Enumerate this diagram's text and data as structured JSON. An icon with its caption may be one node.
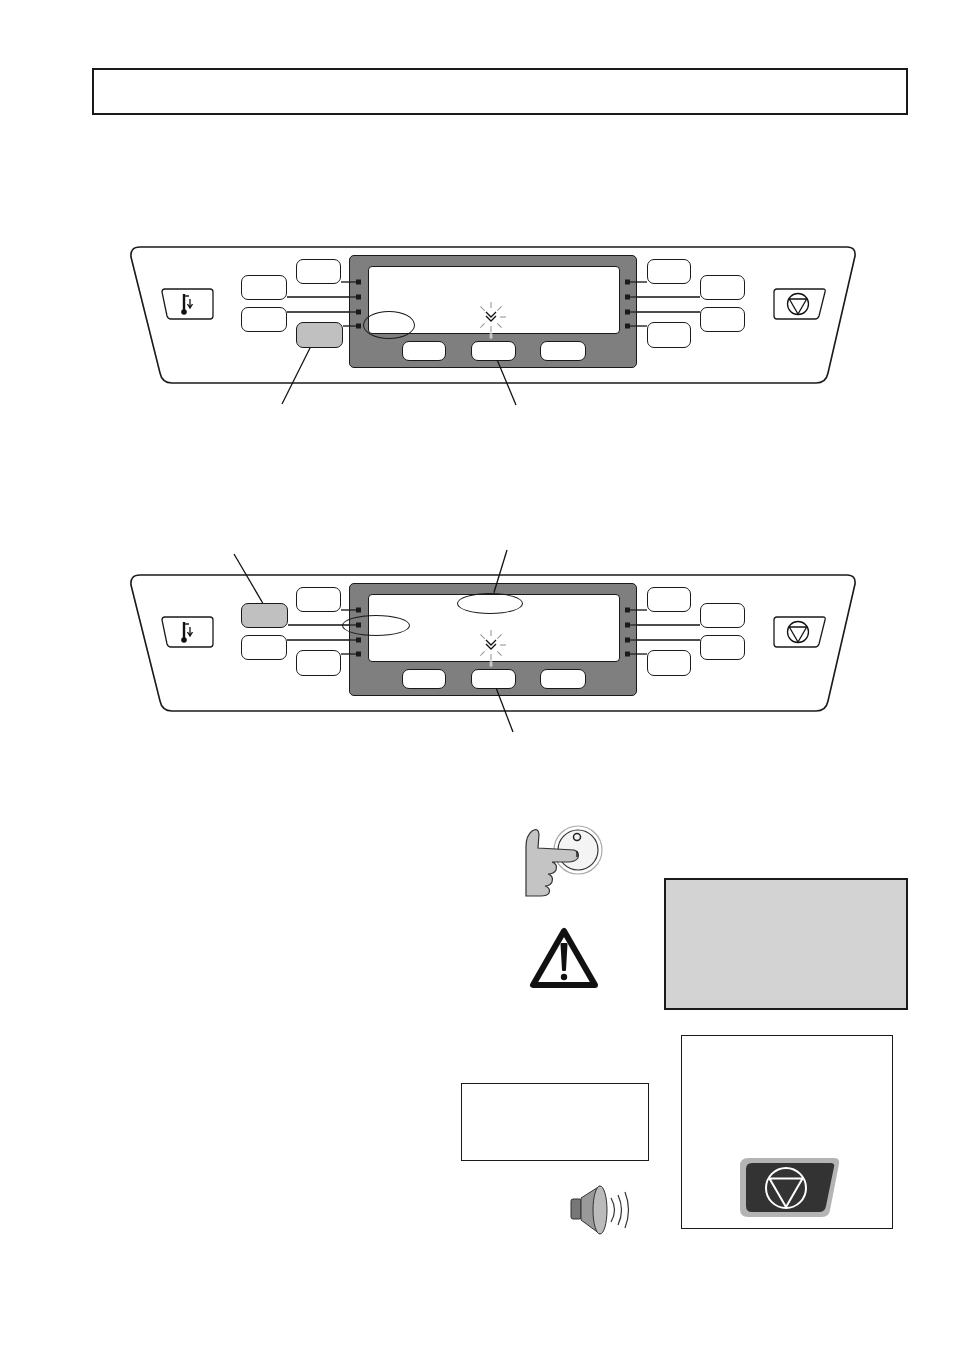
{
  "diagram": {
    "nodes": [
      {
        "text": [],
        "shape": "box"
      },
      {
        "text": [],
        "shape": "box"
      },
      {
        "text": [],
        "shape": "box"
      },
      {
        "text": [],
        "shape": "box"
      },
      {
        "text": [],
        "shape": "box"
      },
      {
        "text": [],
        "shape": "box"
      },
      {
        "text": [],
        "shape": "ellipse",
        "in": 5
      },
      {
        "text": [],
        "shape": "box",
        "in": 5
      },
      {
        "text": [],
        "shape": "box",
        "in": 5
      },
      {
        "text": [],
        "shape": "box",
        "in": 5
      },
      {
        "text": [],
        "shape": "box"
      },
      {
        "text": [],
        "shape": "box"
      },
      {
        "text": [],
        "shape": "box"
      },
      {
        "text": [],
        "shape": "box"
      },
      {
        "text": [],
        "shape": "box"
      },
      {
        "text": [],
        "shape": "box"
      },
      {
        "text": [],
        "shape": "box"
      },
      {
        "text": [],
        "shape": "box"
      },
      {
        "text": [],
        "shape": "box"
      },
      {
        "text": [],
        "shape": "ellipse",
        "in": 18
      },
      {
        "text": [],
        "shape": "ellipse"
      },
      {
        "text": [],
        "shape": "box",
        "in": 18
      },
      {
        "text": [],
        "shape": "box",
        "in": 18
      },
      {
        "text": [],
        "shape": "box",
        "in": 18
      },
      {
        "text": [],
        "shape": "box"
      },
      {
        "text": [],
        "shape": "box"
      },
      {
        "text": [],
        "shape": "box"
      },
      {
        "text": [],
        "shape": "box"
      },
      {
        "text": [],
        "shape": "box"
      },
      {
        "text": [],
        "shape": "box"
      },
      {
        "text": [],
        "shape": "box"
      }
    ],
    "edges": [
      {
        "from": null,
        "to": 4,
        "arrow": "none"
      },
      {
        "from": null,
        "to": 8,
        "arrow": "none"
      },
      {
        "from": null,
        "to": 15,
        "arrow": "none"
      },
      {
        "from": null,
        "to": 19,
        "arrow": "none"
      },
      {
        "from": null,
        "to": 22,
        "arrow": "none"
      },
      {
        "from": 1,
        "to": 5,
        "arrow": "other"
      },
      {
        "from": 2,
        "to": 5,
        "arrow": "other"
      },
      {
        "from": 3,
        "to": 5,
        "arrow": "other"
      },
      {
        "from": 4,
        "to": 5,
        "arrow": "other"
      },
      {
        "from": 10,
        "to": 5,
        "arrow": "other"
      },
      {
        "from": 11,
        "to": 5,
        "arrow": "other"
      },
      {
        "from": 12,
        "to": 5,
        "arrow": "other"
      },
      {
        "from": 13,
        "to": 5,
        "arrow": "other"
      },
      {
        "from": 14,
        "to": 18,
        "arrow": "other"
      },
      {
        "from": 15,
        "to": 18,
        "arrow": "other"
      },
      {
        "from": 16,
        "to": 18,
        "arrow": "other"
      },
      {
        "from": 17,
        "to": 18,
        "arrow": "other"
      },
      {
        "from": 24,
        "to": 18,
        "arrow": "other"
      },
      {
        "from": 25,
        "to": 18,
        "arrow": "other"
      },
      {
        "from": 26,
        "to": 18,
        "arrow": "other"
      },
      {
        "from": 27,
        "to": 18,
        "arrow": "other"
      }
    ]
  }
}
